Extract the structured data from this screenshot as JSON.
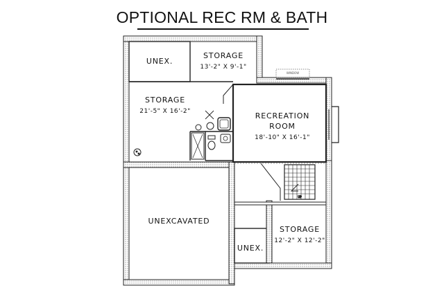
{
  "title": "OPTIONAL REC RM & BATH",
  "rooms": {
    "unex_top": {
      "label": "UNEX."
    },
    "storage_top": {
      "label": "STORAGE",
      "dims": "13'-2\" X 9'-1\""
    },
    "storage_left": {
      "label": "STORAGE",
      "dims": "21'-5\" X 16'-2\""
    },
    "recreation": {
      "label_line1": "RECREATION",
      "label_line2": "ROOM",
      "dims": "18'-10\" X 16'-1\""
    },
    "unexcavated": {
      "label": "UNEXCAVATED"
    },
    "storage_bottom": {
      "label": "STORAGE",
      "dims": "12'-2\" X 12'-2\""
    },
    "unex_bottom": {
      "label": "UNEX."
    }
  },
  "fixtures": {
    "window_label": "WINDOW",
    "stairs_label": "UP"
  }
}
